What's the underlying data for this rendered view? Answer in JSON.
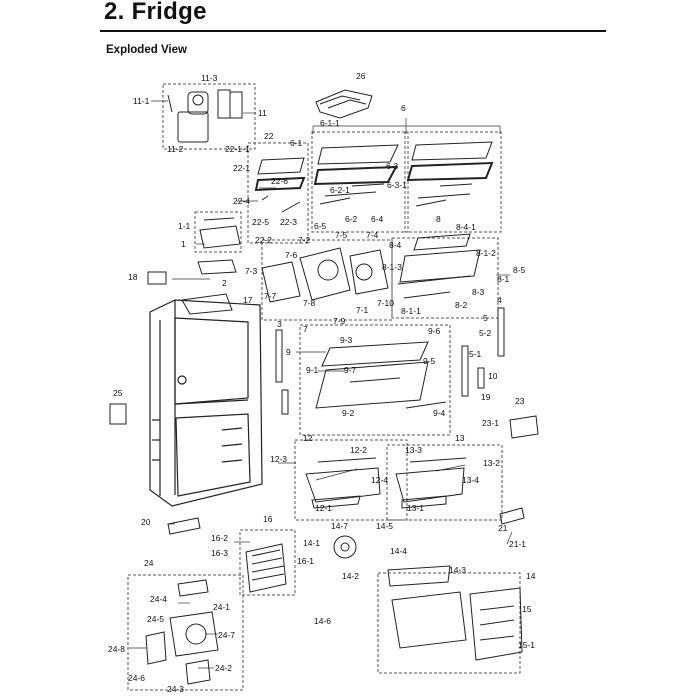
{
  "page": {
    "title": "2. Fridge",
    "subtitle": "Exploded View"
  },
  "labels": [
    "26",
    "11-3",
    "11-1",
    "11",
    "11-2",
    "6",
    "6-1-1",
    "22",
    "22-1-1",
    "6-1",
    "22-1",
    "6-3",
    "22-6",
    "6-2-1",
    "6-3-1",
    "22-4",
    "6-2",
    "6-4",
    "8",
    "8-4-1",
    "22-5",
    "22-3",
    "6-5",
    "1-1",
    "22-2",
    "7-2",
    "7-5",
    "7-4",
    "1",
    "7-6",
    "8-4",
    "8-1-2",
    "8-1-3",
    "8-5",
    "18",
    "7-3",
    "8-1",
    "2",
    "17",
    "7-7",
    "7-8",
    "7-10",
    "8-3",
    "4",
    "7-1",
    "8-1-1",
    "8-2",
    "7-9",
    "5",
    "3",
    "7",
    "5-2",
    "9-6",
    "9-3",
    "9",
    "9-5",
    "5-1",
    "9-1",
    "9-7",
    "10",
    "25",
    "19",
    "9-2",
    "9-4",
    "23",
    "23-1",
    "12",
    "13",
    "12-2",
    "13-3",
    "12-3",
    "13-2",
    "12-4",
    "13-4",
    "12-1",
    "13-1",
    "16",
    "20",
    "21",
    "14-7",
    "14-5",
    "16-2",
    "21-1",
    "14-1",
    "16-3",
    "16-1",
    "14-4",
    "24",
    "14-2",
    "14-3",
    "14",
    "24-4",
    "24-1",
    "15",
    "24-5",
    "14-6",
    "24-7",
    "15-1",
    "24-8",
    "24-2",
    "24-6",
    "24-3"
  ]
}
